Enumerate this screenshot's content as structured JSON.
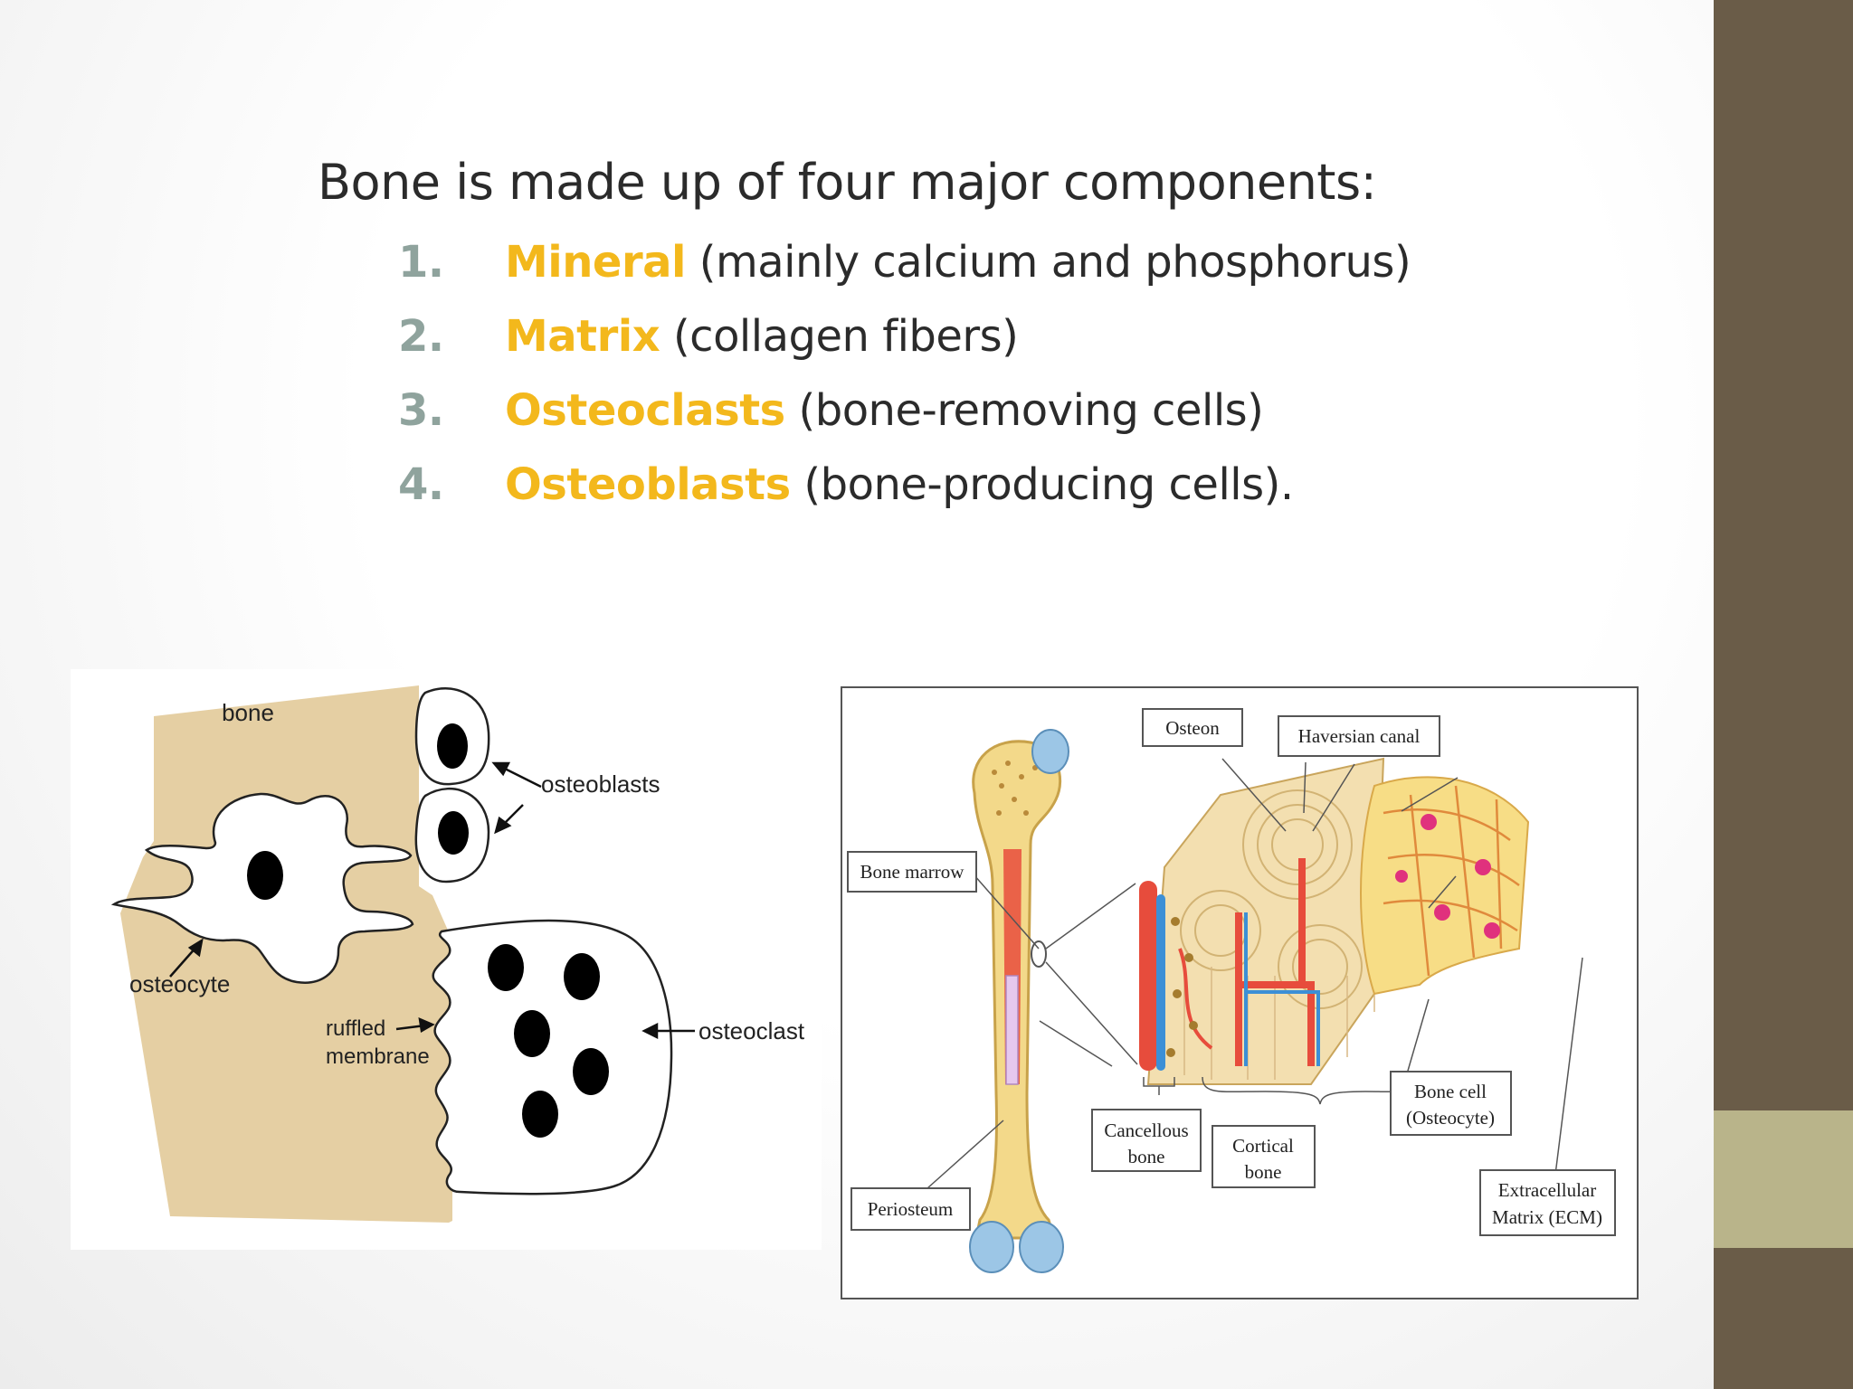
{
  "slide": {
    "heading": "Bone is made up of four major components:",
    "items": [
      {
        "number": "1.",
        "term": "Mineral",
        "description": " (mainly calcium and phosphorus)"
      },
      {
        "number": "2.",
        "term": "Matrix",
        "description": " (collagen fibers)"
      },
      {
        "number": "3.",
        "term": "Osteoclasts",
        "description": " (bone-removing cells)"
      },
      {
        "number": "4.",
        "term": "Osteoblasts",
        "description": " (bone-producing cells)."
      }
    ]
  },
  "left_diagram": {
    "labels": {
      "bone": "bone",
      "osteoblasts": "osteoblasts",
      "osteocyte": "osteocyte",
      "ruffled_line1": "ruffled",
      "ruffled_line2": "membrane",
      "osteoclast": "osteoclast"
    }
  },
  "right_diagram": {
    "labels": {
      "osteon": "Osteon",
      "haversian_canal": "Haversian canal",
      "bone_marrow": "Bone marrow",
      "periosteum": "Periosteum",
      "cancellous_line1": "Cancellous",
      "cancellous_line2": "bone",
      "cortical_line1": "Cortical",
      "cortical_line2": "bone",
      "bone_cell_line1": "Bone cell",
      "bone_cell_line2": "(Osteocyte)",
      "ecm_line1": "Extracellular",
      "ecm_line2": "Matrix (ECM)"
    }
  },
  "colors": {
    "sidebar": "#6a5c48",
    "sidebar_band": "#b9b48a",
    "term_highlight": "#f3b81c",
    "number": "#8fa39d",
    "bone_tan": "#e5cfa3"
  }
}
